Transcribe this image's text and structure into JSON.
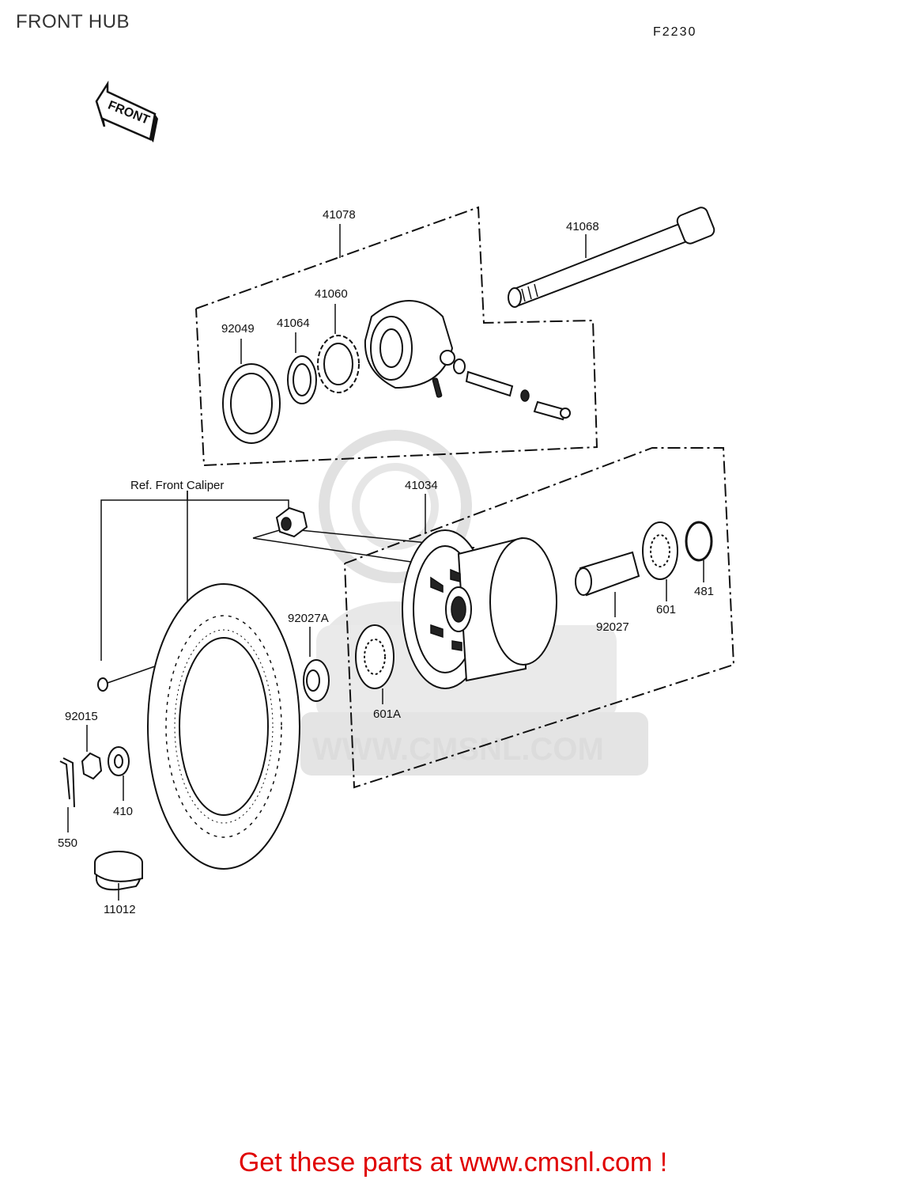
{
  "header": {
    "title": "FRONT HUB",
    "code": "F2230"
  },
  "front_indicator": "FRONT",
  "ref_label": "Ref. Front Caliper",
  "watermark": "WWW.CMSNL.COM",
  "parts": {
    "p41078": "41078",
    "p41068": "41068",
    "p41060": "41060",
    "p92049": "92049",
    "p41064": "41064",
    "p41034": "41034",
    "p92027A": "92027A",
    "p601": "601",
    "p481": "481",
    "p92027": "92027",
    "p601A": "601A",
    "p92015": "92015",
    "p410": "410",
    "p550": "550",
    "p11012": "11012"
  },
  "footer": {
    "link_text": "Get these parts at www.cmsnl.com !"
  },
  "colors": {
    "footer_text": "#e00000",
    "watermark": "#d9d9d9",
    "line": "#111111"
  }
}
